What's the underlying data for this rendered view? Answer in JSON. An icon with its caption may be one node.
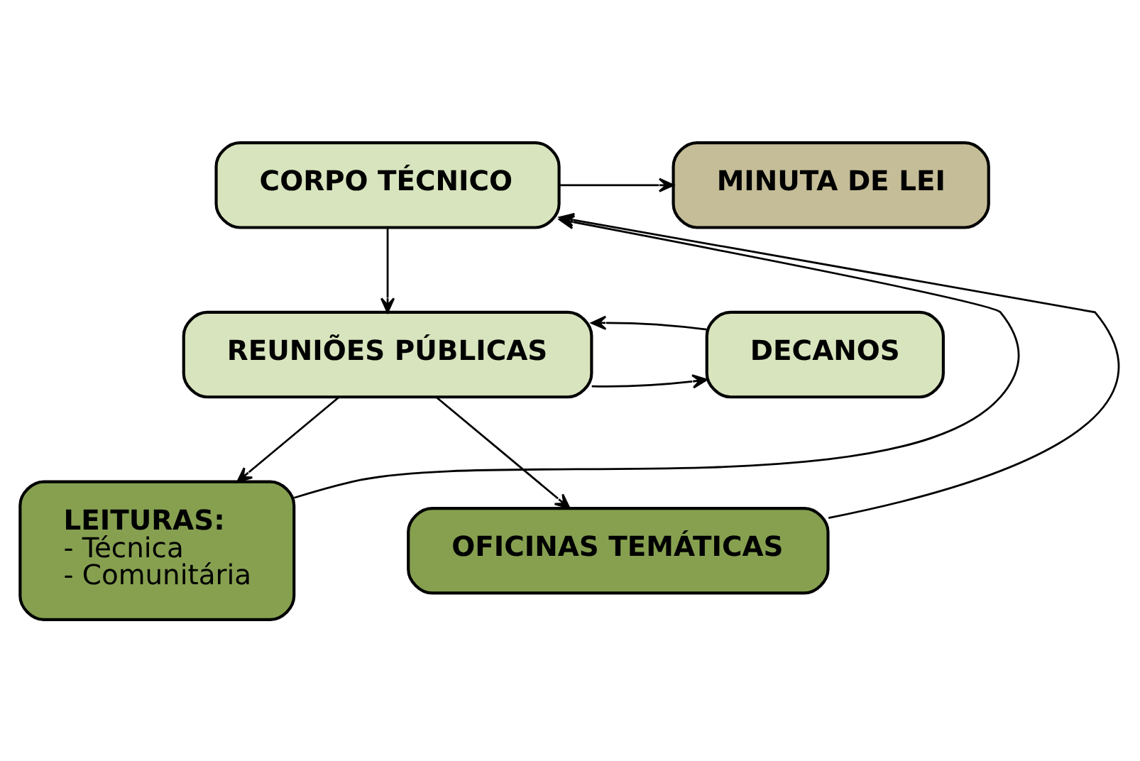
{
  "diagram": {
    "nodes": [
      {
        "text": [
          "CORPO TÉCNICO"
        ]
      },
      {
        "text": [
          "MINUTA DE LEI"
        ]
      },
      {
        "text": [
          "REUNIÕES PÚBLICAS"
        ]
      },
      {
        "text": [
          "DECANOS"
        ]
      },
      {
        "text": [
          "LEITURAS:",
          "- Técnica",
          "- Comunitária"
        ]
      },
      {
        "text": [
          "OFICINAS TEMÁTICAS"
        ]
      }
    ],
    "edges": [
      {
        "from": 0,
        "to": 1,
        "arrow": "to"
      },
      {
        "from": 0,
        "to": 2,
        "arrow": "to"
      },
      {
        "from": 2,
        "to": 3,
        "arrow": "to"
      },
      {
        "from": 3,
        "to": 2,
        "arrow": "to"
      },
      {
        "from": 2,
        "to": 4,
        "arrow": "to"
      },
      {
        "from": 2,
        "to": 5,
        "arrow": "to"
      },
      {
        "from": 4,
        "to": 0,
        "arrow": "to"
      },
      {
        "from": 5,
        "to": 0,
        "arrow": "to"
      }
    ]
  }
}
